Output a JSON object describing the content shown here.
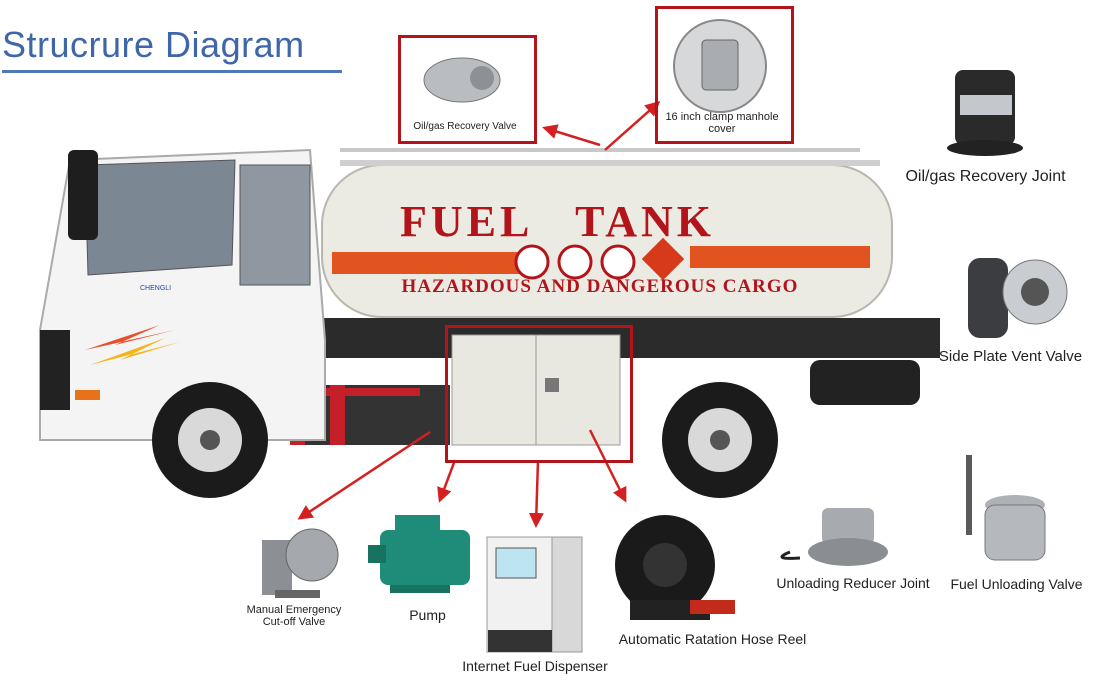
{
  "title": "Strucrure Diagram",
  "truck": {
    "tank_title": "FUEL   TANK",
    "tank_subtitle": "HAZARDOUS AND DANGEROUS CARGO",
    "cab_brand": "CHENGLI"
  },
  "callouts": {
    "oil_gas_recovery_valve": "Oil/gas Recovery Valve",
    "manhole_cover": "16 inch clamp manhole cover",
    "oil_gas_recovery_joint": "Oil/gas Recovery Joint",
    "side_plate_vent_valve": "Side Plate Vent Valve",
    "unloading_reducer_joint": "Unloading Reducer Joint",
    "fuel_unloading_valve": "Fuel Unloading Valve",
    "manual_emergency_cutoff_valve": "Manual Emergency Cut-off Valve",
    "pump": "Pump",
    "internet_fuel_dispenser": "Internet Fuel Dispenser",
    "hose_reel": "Automatic Ratation Hose Reel"
  },
  "colors": {
    "title": "#3e66a8",
    "highlight_box": "#b3141a",
    "arrow": "#d42020",
    "tank_text": "#b3141a",
    "tank_stripe": "#e2541f"
  }
}
